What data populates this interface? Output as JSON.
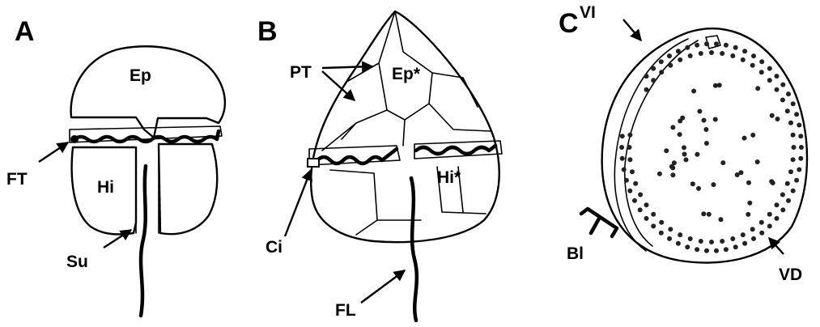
{
  "panels": [
    {
      "id": "A",
      "letter": "A",
      "labels": {
        "epicone": "Ep",
        "hypocone": "Hi",
        "flagellar_transversal": "FT",
        "sulcus": "Su"
      }
    },
    {
      "id": "B",
      "letter": "B",
      "labels": {
        "epitheca": "Ep*",
        "hypotheca": "Hi*",
        "plates": "PT",
        "cingulum": "Ci",
        "flagellum": "FL"
      }
    },
    {
      "id": "C",
      "letter": "C",
      "labels": {
        "ventral_lobe": "VI",
        "ventral_depression": "VD",
        "border_layer": "Bl"
      }
    }
  ]
}
